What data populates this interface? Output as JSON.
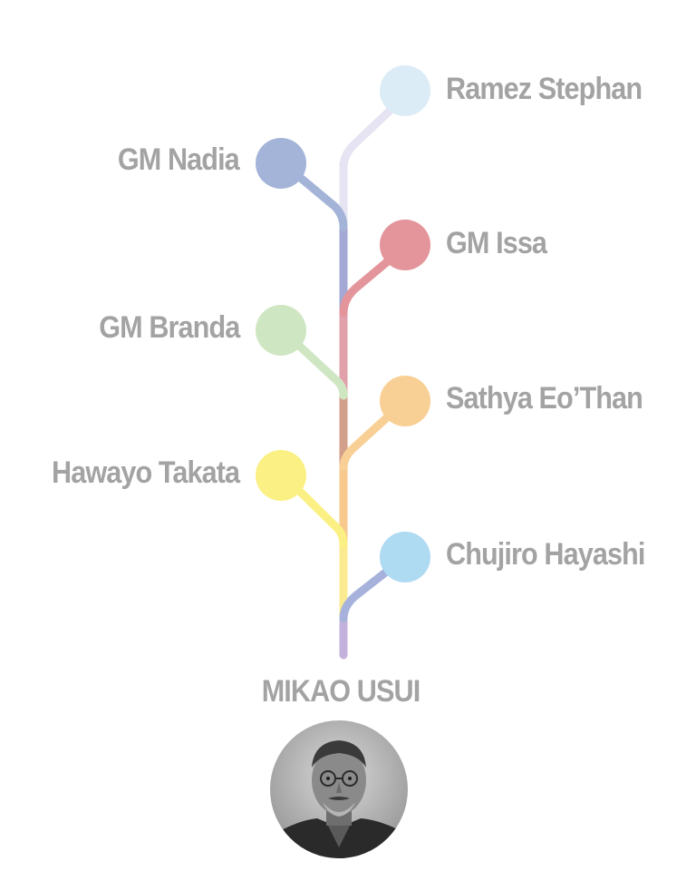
{
  "root": {
    "name": "MIKAO USUI",
    "portrait_icon": "portrait-photo-icon"
  },
  "branches": [
    {
      "name": "Ramez Stephan",
      "side": "right",
      "color": "#dcecf6"
    },
    {
      "name": "GM Nadia",
      "side": "left",
      "color": "#a4b4d8"
    },
    {
      "name": "GM Issa",
      "side": "right",
      "color": "#e3959b"
    },
    {
      "name": "GM Branda",
      "side": "left",
      "color": "#cfe6c3"
    },
    {
      "name": "Sathya Eo’Than",
      "side": "right",
      "color": "#f8cf95"
    },
    {
      "name": "Hawayo Takata",
      "side": "left",
      "color": "#fbf083"
    },
    {
      "name": "Chujiro Hayashi",
      "side": "right",
      "color": "#aedaf2"
    }
  ]
}
